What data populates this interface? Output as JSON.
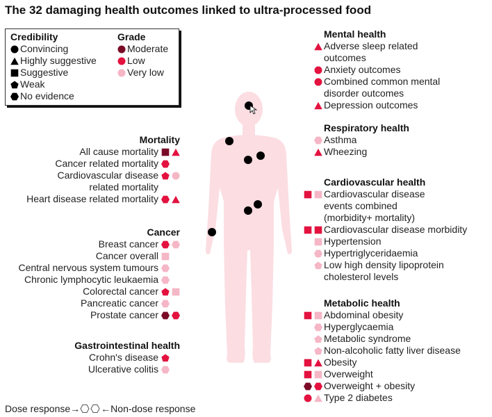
{
  "title": "The 32 damaging health outcomes linked to ultra-processed food",
  "colors": {
    "Moderate": "#7a0b26",
    "Low": "#e3123f",
    "Very low": "#f5b6c6",
    "body": "#fbdde2",
    "dot": "#000000"
  },
  "legend": {
    "credibility_title": "Credibility",
    "credibility": [
      {
        "label": "Convincing",
        "shape": "circle"
      },
      {
        "label": "Highly suggestive",
        "shape": "triangle"
      },
      {
        "label": "Suggestive",
        "shape": "square"
      },
      {
        "label": "Weak",
        "shape": "pentagon"
      },
      {
        "label": "No evidence",
        "shape": "hexagon"
      }
    ],
    "grade_title": "Grade",
    "grade": [
      {
        "label": "Moderate"
      },
      {
        "label": "Low"
      },
      {
        "label": "Very low"
      }
    ]
  },
  "sections": {
    "mortality": {
      "title": "Mortality",
      "items": [
        {
          "label": "All cause mortality",
          "markers": [
            [
              "square",
              "Moderate"
            ],
            [
              "triangle",
              "Low"
            ]
          ]
        },
        {
          "label": "Cancer related mortality",
          "markers": [
            [
              "hexagon",
              "Low"
            ]
          ]
        },
        {
          "label": "Cardiovascular disease\nrelated mortality",
          "markers": [
            [
              "pentagon",
              "Low"
            ],
            [
              "circle",
              "Very low"
            ]
          ]
        },
        {
          "label": "Heart disease related mortality",
          "markers": [
            [
              "hexagon",
              "Low"
            ],
            [
              "triangle",
              "Low"
            ]
          ]
        }
      ]
    },
    "cancer": {
      "title": "Cancer",
      "items": [
        {
          "label": "Breast cancer",
          "markers": [
            [
              "hexagon",
              "Low"
            ],
            [
              "hexagon",
              "Very low"
            ]
          ]
        },
        {
          "label": "Cancer overall",
          "markers": [
            [
              "square",
              "Very low"
            ]
          ]
        },
        {
          "label": "Central nervous system tumours",
          "markers": [
            [
              "hexagon",
              "Very low"
            ]
          ]
        },
        {
          "label": "Chronic lymphocytic leukaemia",
          "markers": [
            [
              "hexagon",
              "Very low"
            ]
          ]
        },
        {
          "label": "Colorectal cancer",
          "markers": [
            [
              "pentagon",
              "Low"
            ],
            [
              "square",
              "Very low"
            ]
          ]
        },
        {
          "label": "Pancreatic cancer",
          "markers": [
            [
              "hexagon",
              "Very low"
            ]
          ]
        },
        {
          "label": "Prostate cancer",
          "markers": [
            [
              "hexagon",
              "Moderate"
            ],
            [
              "hexagon",
              "Low"
            ]
          ]
        }
      ]
    },
    "gastro": {
      "title": "Gastrointestinal health",
      "items": [
        {
          "label": "Crohn's disease",
          "markers": [
            [
              "pentagon",
              "Low"
            ]
          ]
        },
        {
          "label": "Ulcerative colitis",
          "markers": [
            [
              "hexagon",
              "Very low"
            ]
          ]
        }
      ]
    },
    "mental": {
      "title": "Mental health",
      "items": [
        {
          "label": "Adverse sleep related\noutcomes",
          "markers": [
            [
              "triangle",
              "Low"
            ]
          ]
        },
        {
          "label": "Anxiety outcomes",
          "markers": [
            [
              "circle",
              "Low"
            ]
          ]
        },
        {
          "label": "Combined common mental\ndisorder outcomes",
          "markers": [
            [
              "circle",
              "Low"
            ]
          ]
        },
        {
          "label": "Depression outcomes",
          "markers": [
            [
              "triangle",
              "Low"
            ]
          ]
        }
      ]
    },
    "respiratory": {
      "title": "Respiratory health",
      "items": [
        {
          "label": "Asthma",
          "markers": [
            [
              "hexagon",
              "Very low"
            ]
          ]
        },
        {
          "label": "Wheezing",
          "markers": [
            [
              "triangle",
              "Low"
            ]
          ]
        }
      ]
    },
    "cardio": {
      "title": "Cardiovascular health",
      "items": [
        {
          "label": "Cardiovascular disease\nevents combined\n(morbidity+ mortality)",
          "markers": [
            [
              "square",
              "Low"
            ],
            [
              "square",
              "Very low"
            ]
          ]
        },
        {
          "label": "Cardiovascular disease morbidity",
          "markers": [
            [
              "square",
              "Low"
            ],
            [
              "square",
              "Low"
            ]
          ]
        },
        {
          "label": "Hypertension",
          "markers": [
            [
              "square",
              "Very low"
            ]
          ]
        },
        {
          "label": "Hypertriglyceridaemia",
          "markers": [
            [
              "hexagon",
              "Very low"
            ]
          ]
        },
        {
          "label": "Low high density lipoprotein\ncholesterol levels",
          "markers": [
            [
              "pentagon",
              "Very low"
            ]
          ]
        }
      ]
    },
    "metabolic": {
      "title": "Metabolic health",
      "items": [
        {
          "label": "Abdominal obesity",
          "markers": [
            [
              "square",
              "Low"
            ],
            [
              "square",
              "Very low"
            ]
          ]
        },
        {
          "label": "Hyperglycaemia",
          "markers": [
            [
              "hexagon",
              "Very low"
            ]
          ]
        },
        {
          "label": "Metabolic syndrome",
          "markers": [
            [
              "pentagon",
              "Very low"
            ]
          ]
        },
        {
          "label": "Non-alcoholic fatty liver disease",
          "markers": [
            [
              "pentagon",
              "Very low"
            ]
          ]
        },
        {
          "label": "Obesity",
          "markers": [
            [
              "square",
              "Low"
            ],
            [
              "triangle",
              "Low"
            ]
          ]
        },
        {
          "label": "Overweight",
          "markers": [
            [
              "square",
              "Low"
            ],
            [
              "square",
              "Very low"
            ]
          ]
        },
        {
          "label": "Overweight + obesity",
          "markers": [
            [
              "hexagon",
              "Moderate"
            ],
            [
              "hexagon",
              "Low"
            ]
          ]
        },
        {
          "label": "Type 2 diabetes",
          "markers": [
            [
              "circle",
              "Low"
            ],
            [
              "triangle",
              "Very low"
            ]
          ]
        }
      ]
    }
  },
  "footer": {
    "dose_label": "Dose response→",
    "non_dose_label": "←Non-dose response"
  }
}
